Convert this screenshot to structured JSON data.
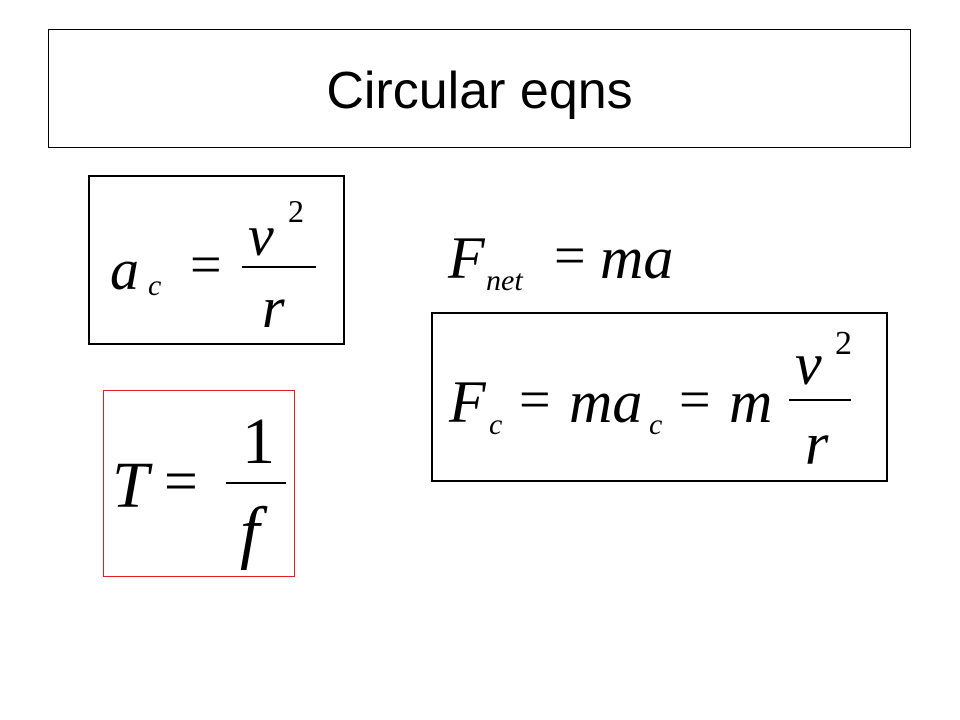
{
  "slide": {
    "title": "Circular eqns",
    "colors": {
      "border": "#000000",
      "highlight_border": "#e02020",
      "text": "#000000",
      "background": "#ffffff"
    }
  },
  "equations": {
    "centripetal_acceleration": {
      "lhs_symbol": "a",
      "lhs_subscript": "c",
      "equals": "=",
      "numerator": "v",
      "numerator_exponent": "2",
      "denominator": "r"
    },
    "net_force": {
      "lhs_symbol": "F",
      "lhs_subscript": "net",
      "equals": "=",
      "rhs": "ma"
    },
    "centripetal_force": {
      "lhs_symbol": "F",
      "lhs_subscript": "c",
      "equals_1": "=",
      "mid_symbol": "ma",
      "mid_subscript": "c",
      "equals_2": "=",
      "coefficient": "m",
      "numerator": "v",
      "numerator_exponent": "2",
      "denominator": "r"
    },
    "period": {
      "lhs_symbol": "T",
      "equals": "=",
      "numerator": "1",
      "denominator": "f"
    }
  }
}
